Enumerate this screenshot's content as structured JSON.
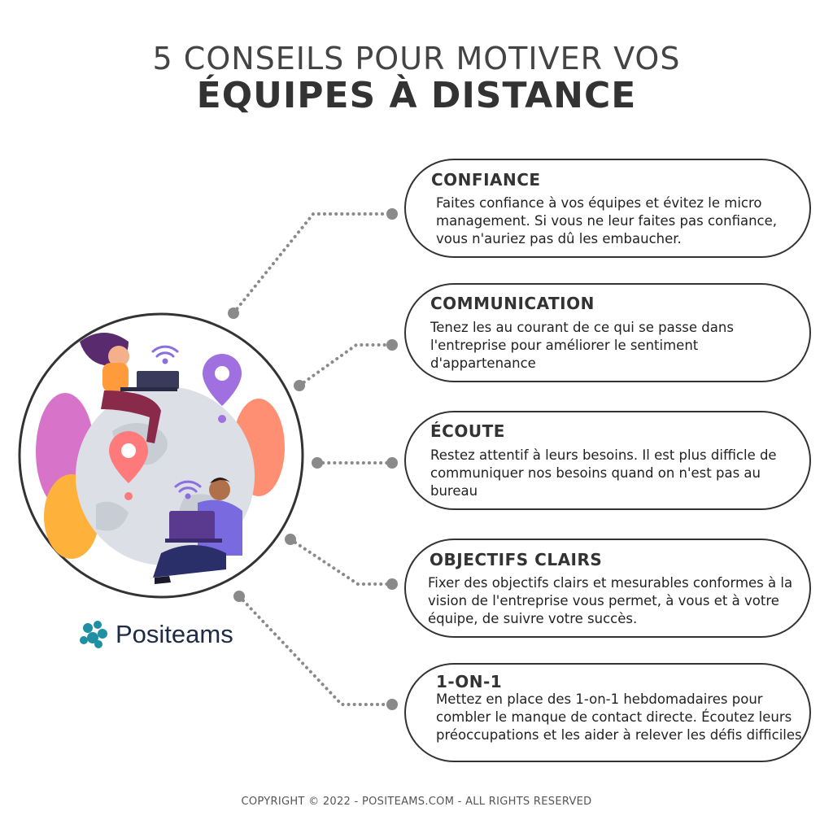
{
  "title": {
    "line1": "5 CONSEILS POUR  MOTIVER VOS",
    "line2": "ÉQUIPES À DISTANCE"
  },
  "tips": [
    {
      "title": "CONFIANCE",
      "text": "Faites confiance à vos équipes et évitez le micro management. Si vous ne leur faites pas confiance, vous n'auriez pas dû les embaucher."
    },
    {
      "title": "COMMUNICATION",
      "text": "Tenez les  au courant de ce qui se passe dans l'entreprise pour améliorer le sentiment d'appartenance"
    },
    {
      "title": "ÉCOUTE",
      "text": "Restez attentif à leurs  besoins. Il est plus difficle de communiquer nos besoins quand on n'est pas au bureau"
    },
    {
      "title": "OBJECTIFS CLAIRS",
      "text": "Fixer des objectifs clairs et mesurables conformes à la vision de l'entreprise  vous permet, à vous et à votre équipe, de suivre votre succès."
    },
    {
      "title": "1-ON-1",
      "text": "Mettez en place des 1-on-1 hebdomadaires pour combler le manque de contact directe. Écoutez leurs préoccupations et les aider à relever les défis difficiles"
    }
  ],
  "brand": {
    "name": "Positeams",
    "logo_icon": "puzzle-cluster-icon",
    "color": "#1f8fa3"
  },
  "illustration": {
    "icons": [
      "globe-icon",
      "location-pin-icon",
      "wifi-icon",
      "laptop-icon",
      "person-icon"
    ]
  },
  "footer": "COPYRIGHT © 2022 - POSITEAMS.COM - ALL RIGHTS RESERVED"
}
